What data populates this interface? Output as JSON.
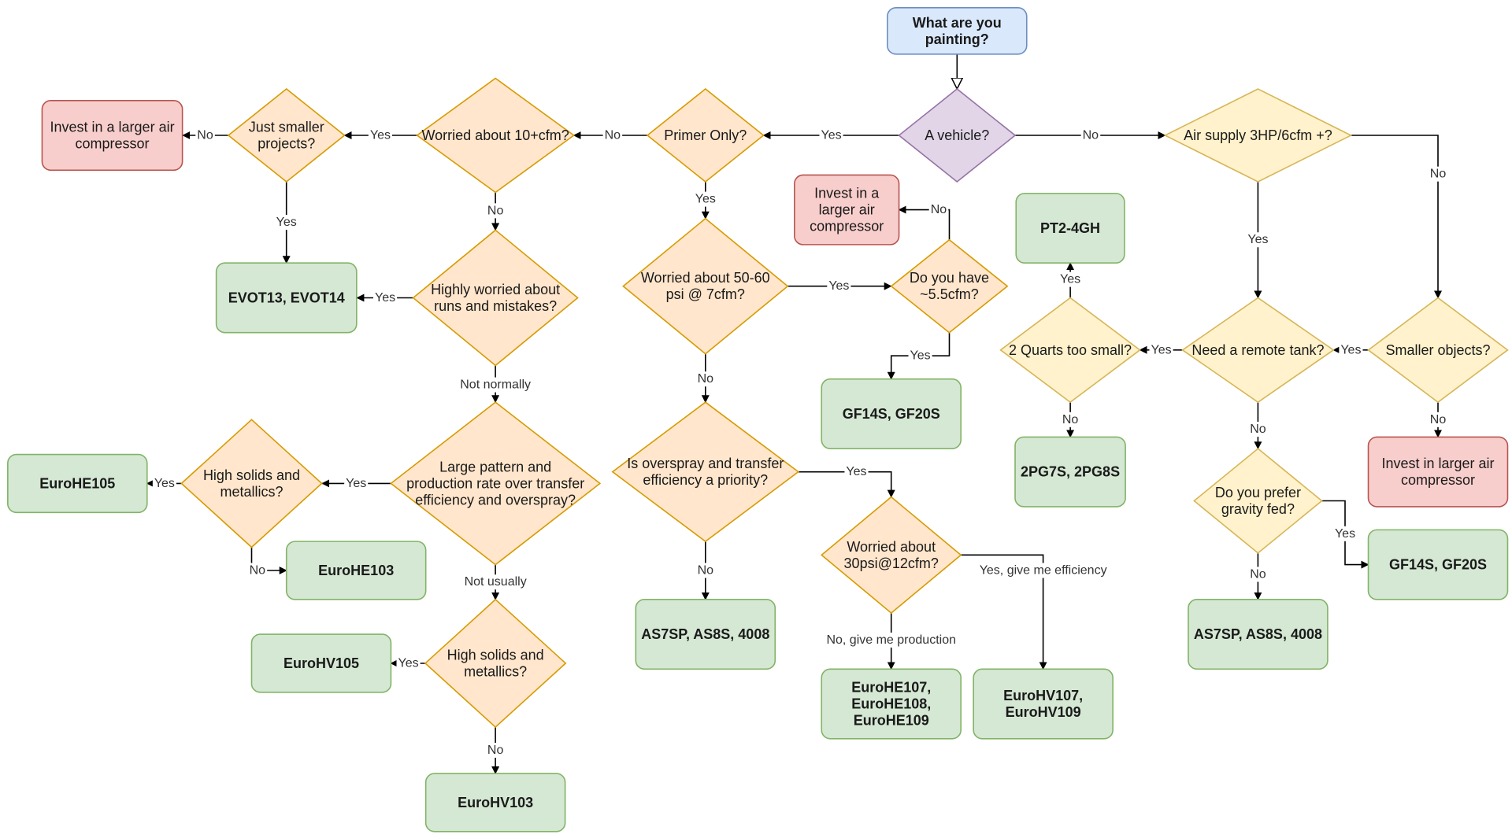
{
  "colors": {
    "start_fill": "#dae8fc",
    "start_stroke": "#6c8ebf",
    "decision_fill": "#ffe6cc",
    "decision_stroke": "#d79b00",
    "decision_yellow_fill": "#fff2cc",
    "decision_yellow_stroke": "#d6b656",
    "vehicle_fill": "#e1d5e7",
    "vehicle_stroke": "#9673a6",
    "result_fill": "#d5e8d4",
    "result_stroke": "#82b366",
    "warn_fill": "#f8cecc",
    "warn_stroke": "#b85450",
    "edge": "#000000"
  },
  "nodes": {
    "start": [
      "What are you",
      "painting?"
    ],
    "vehicle": [
      "A vehicle?"
    ],
    "primer_only": [
      "Primer Only?"
    ],
    "worried_10cfm": [
      "Worried about 10+cfm?"
    ],
    "just_smaller": [
      "Just smaller",
      "projects?"
    ],
    "invest_left": [
      "Invest in a larger air",
      "compressor"
    ],
    "evot": [
      "EVOT13, EVOT14"
    ],
    "highly_worried": [
      "Highly worried about",
      "runs and mistakes?"
    ],
    "large_pattern": [
      "Large pattern and",
      "production rate over transfer",
      "efficiency and overspray?"
    ],
    "high_solids_1": [
      "High solids and",
      "metallics?"
    ],
    "eurohe105": [
      "EuroHE105"
    ],
    "eurohe103": [
      "EuroHE103"
    ],
    "high_solids_2": [
      "High solids and",
      "metallics?"
    ],
    "eurohv105": [
      "EuroHV105"
    ],
    "eurohv103": [
      "EuroHV103"
    ],
    "worried_50psi": [
      "Worried about 50-60",
      "psi @ 7cfm?"
    ],
    "do_you_have": [
      "Do you have",
      "~5.5cfm?"
    ],
    "invest_mid": [
      "Invest in a",
      "larger air",
      "compressor"
    ],
    "gf14s_mid": [
      "GF14S, GF20S"
    ],
    "overspray_priority": [
      "Is overspray and transfer",
      "efficiency a priority?"
    ],
    "as7sp_mid": [
      "AS7SP, AS8S, 4008"
    ],
    "worried_30psi": [
      "Worried about",
      "30psi@12cfm?"
    ],
    "eurohe107": [
      "EuroHE107,",
      "EuroHE108,",
      "EuroHE109"
    ],
    "eurohv107": [
      "EuroHV107,",
      "EuroHV109"
    ],
    "air_supply": [
      "Air supply 3HP/6cfm +?"
    ],
    "pt2": [
      "PT2-4GH"
    ],
    "two_quarts": [
      "2 Quarts too small?"
    ],
    "pg7s": [
      "2PG7S, 2PG8S"
    ],
    "remote_tank": [
      "Need a remote tank?"
    ],
    "smaller_objects": [
      "Smaller objects?"
    ],
    "invest_right": [
      "Invest in larger air",
      "compressor"
    ],
    "gravity_fed": [
      "Do you prefer",
      "gravity fed?"
    ],
    "gf14s_right": [
      "GF14S, GF20S"
    ],
    "as7sp_right": [
      "AS7SP, AS8S, 4008"
    ]
  },
  "edges": {
    "yes": "Yes",
    "no": "No",
    "not_normally": "Not normally",
    "not_usually": "Not usually",
    "no_production": "No, give me production",
    "yes_efficiency": "Yes, give me efficiency"
  }
}
